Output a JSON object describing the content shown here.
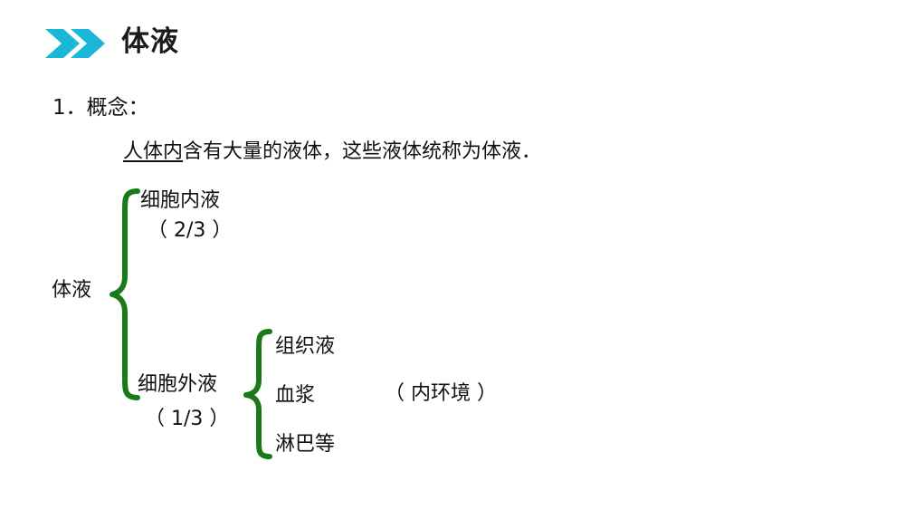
{
  "slide": {
    "title": "体液",
    "accent_color": "#1ab8d6",
    "brace_color": "#1a7a1a",
    "text_color": "#111111",
    "background": "#ffffff"
  },
  "header": {
    "title": "体液",
    "chevron_icon": "double-chevron-right-icon",
    "chevron_count": 2
  },
  "content": {
    "concept_heading": "1．概念：",
    "definition": {
      "underlined": "人体内",
      "rest": "含有大量的液体，这些液体统称为体液．",
      "full": "人体内含有大量的液体，这些液体统称为体液．"
    }
  },
  "diagram": {
    "root": "体液",
    "branches": [
      {
        "label": "细胞内液",
        "fraction": "（ 2/3 ）"
      },
      {
        "label": "细胞外液",
        "fraction": "（ 1/3 ）"
      }
    ],
    "sub_branch": {
      "parent": "细胞外液",
      "items": [
        "组织液",
        "血浆",
        "淋巴等"
      ],
      "annotation": "（ 内环境 ）"
    }
  }
}
